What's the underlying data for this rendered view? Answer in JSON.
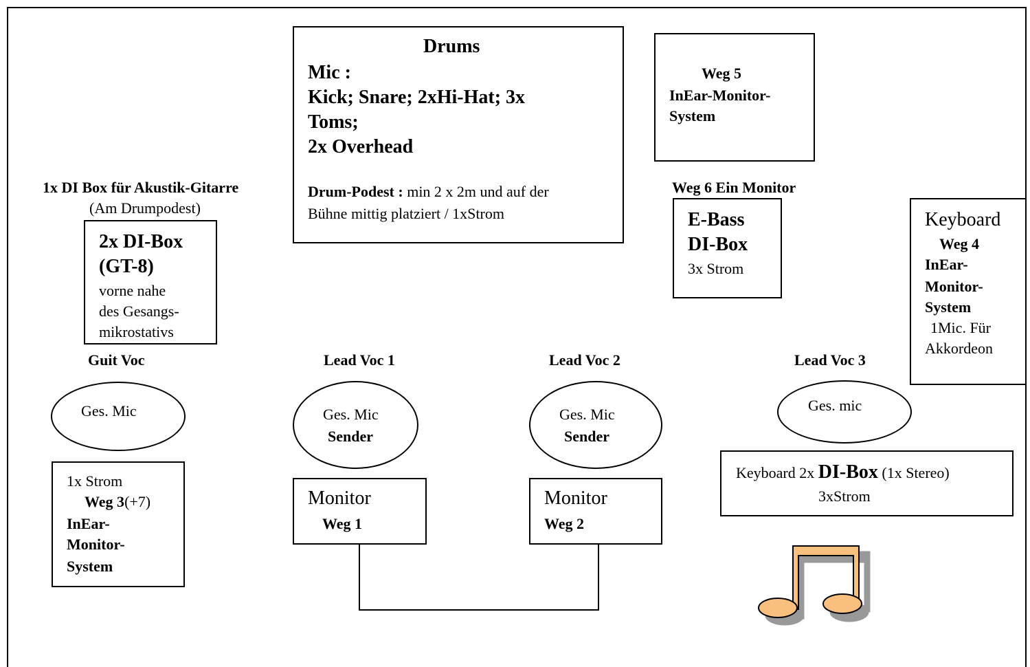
{
  "drums": {
    "title": "Drums",
    "mic_label": "Mic :",
    "mic_list_1": "Kick; Snare; 2xHi-Hat; 3x",
    "mic_list_2": "Toms;",
    "mic_list_3": "2x Overhead",
    "podest_label": "Drum-Podest :",
    "podest_text_1": " min 2 x 2m und auf der",
    "podest_text_2": "Bühne mittig platziert /   1xStrom"
  },
  "weg5": {
    "line1": "Weg 5",
    "line2": "InEar-Monitor-",
    "line3": "System"
  },
  "acoustic_di": {
    "heading": "1x DI Box für  Akustik-Gitarre",
    "subheading": "(Am Drumpodest)"
  },
  "gt8_di": {
    "line1": "2x DI-Box",
    "line2": "(GT-8)",
    "line3": "vorne nahe",
    "line4": "des Gesangs-",
    "line5": "mikrostativs"
  },
  "weg6": {
    "heading": "Weg 6 Ein Monitor",
    "line1": "E-Bass",
    "line2": "DI-Box",
    "line3": "3x Strom"
  },
  "keyboard_right": {
    "line1": "Keyboard",
    "line2": "Weg 4",
    "line3": "InEar-",
    "line4": "Monitor-",
    "line5": "System",
    "line6": "1Mic. Für",
    "line7": "Akkordeon"
  },
  "positions": {
    "guit_voc": "Guit Voc",
    "lead_voc_1": "Lead Voc  1",
    "lead_voc_2": "Lead Voc  2",
    "lead_voc_3": "Lead Voc 3"
  },
  "mics": {
    "guit": "Ges. Mic",
    "lead1_line1": "Ges. Mic",
    "lead1_line2": "Sender",
    "lead2_line1": "Ges. Mic",
    "lead2_line2": "Sender",
    "lead3": "Ges. mic"
  },
  "guit_monitor": {
    "line1": "1x Strom",
    "line2a": "Weg 3",
    "line2b": "(+7)",
    "line3": "InEar-",
    "line4": "Monitor-",
    "line5": "System"
  },
  "monitor1": {
    "line1": "Monitor",
    "line2": "Weg 1"
  },
  "monitor2": {
    "line1": "Monitor",
    "line2": "Weg 2"
  },
  "keyboard_box": {
    "prefix": "Keyboard 2x ",
    "dibox": "DI-Box",
    "suffix": " (1x Stereo)",
    "line2": "3xStrom"
  },
  "icons": {
    "music_note": "music-notes-icon",
    "note_color": "#f9bf7f",
    "shadow_color": "#999999"
  }
}
